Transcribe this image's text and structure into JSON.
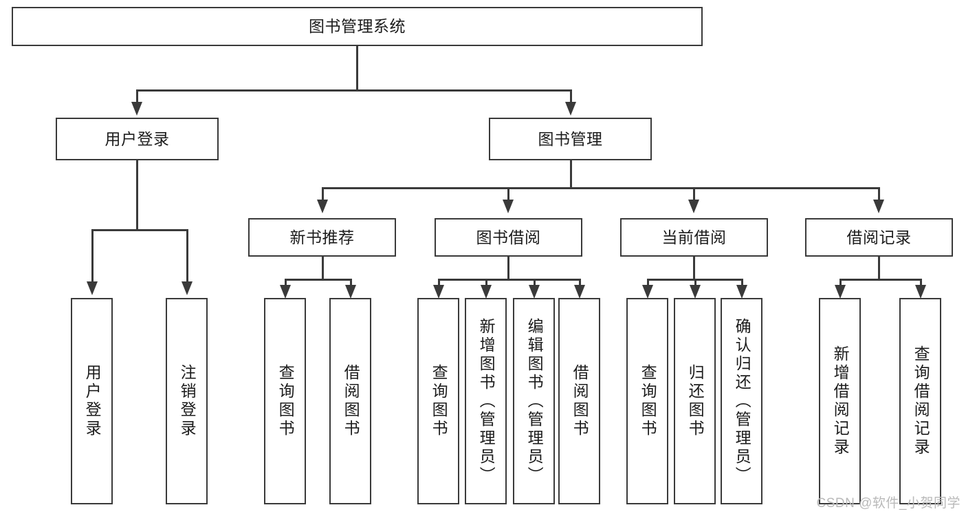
{
  "diagram": {
    "title": "图书管理系统",
    "watermark": "CSDN @软件_小贺同学",
    "colors": {
      "stroke": "#3a3a3a",
      "fill": "#ffffff",
      "text": "#1c1c1c",
      "watermark": "#b9b9b9"
    },
    "root": {
      "label": "图书管理系统"
    },
    "level2": [
      {
        "label": "用户登录"
      },
      {
        "label": "图书管理"
      }
    ],
    "level3": [
      {
        "label": "新书推荐"
      },
      {
        "label": "图书借阅"
      },
      {
        "label": "当前借阅"
      },
      {
        "label": "借阅记录"
      }
    ],
    "leaves": {
      "user_login": [
        {
          "label": "用户登录"
        },
        {
          "label": "注销登录"
        }
      ],
      "new_book": [
        {
          "label": "查询图书"
        },
        {
          "label": "借阅图书"
        }
      ],
      "book_borrow": [
        {
          "label": "查询图书"
        },
        {
          "label": "新增图书（管理员）"
        },
        {
          "label": "编辑图书（管理员）"
        },
        {
          "label": "借阅图书"
        }
      ],
      "current_borrow": [
        {
          "label": "查询图书"
        },
        {
          "label": "归还图书"
        },
        {
          "label": "确认归还（管理员）"
        }
      ],
      "borrow_record": [
        {
          "label": "新增借阅记录"
        },
        {
          "label": "查询借阅记录"
        }
      ]
    }
  }
}
